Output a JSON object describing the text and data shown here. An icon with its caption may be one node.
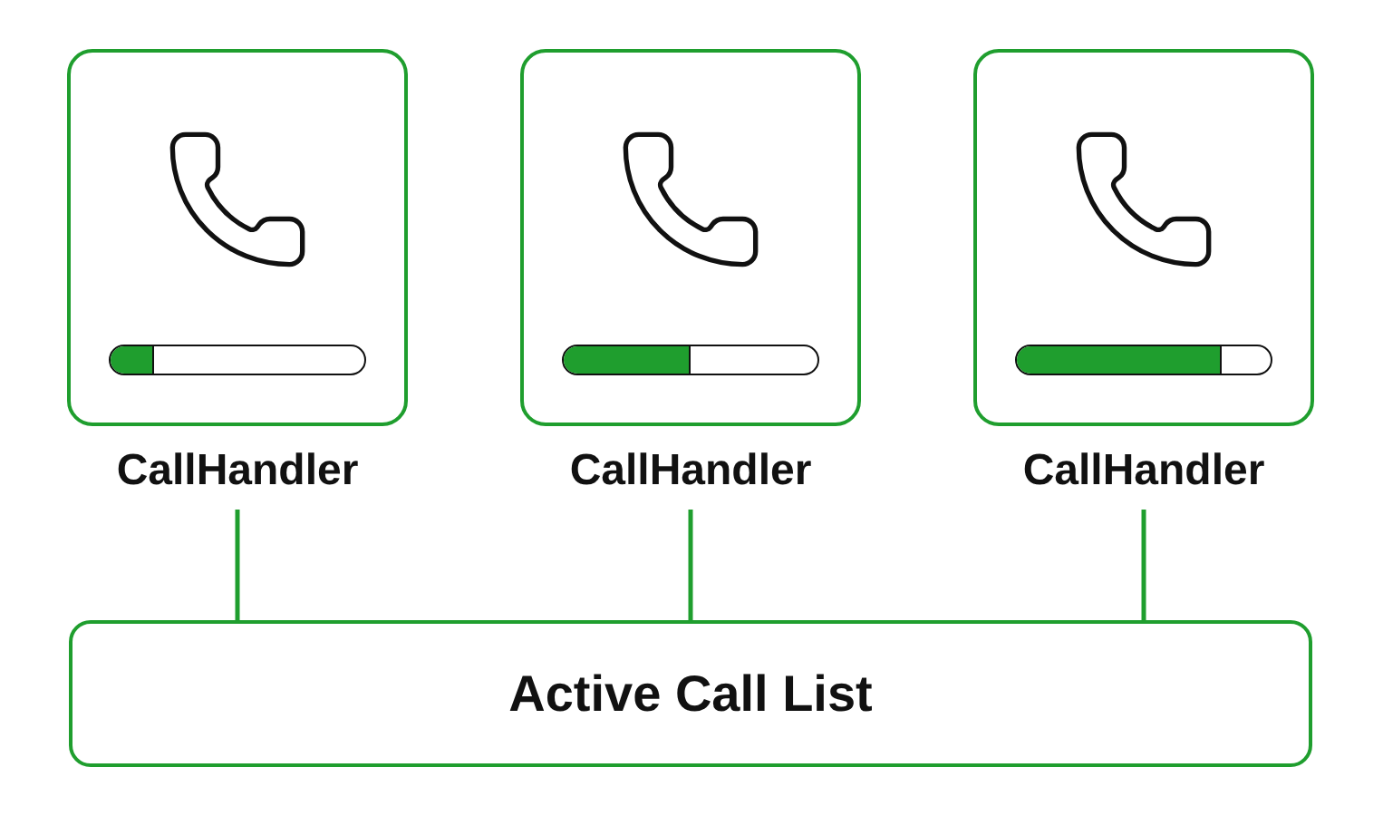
{
  "diagram": {
    "nodes": [
      {
        "text": [
          "CallHandler"
        ]
      },
      {
        "text": [
          "CallHandler"
        ]
      },
      {
        "text": [
          "CallHandler"
        ]
      },
      {
        "text": [
          "Active Call List"
        ]
      }
    ],
    "edges": [
      {
        "from": 0,
        "to": 3,
        "arrow": "none"
      },
      {
        "from": 1,
        "to": 3,
        "arrow": "none"
      },
      {
        "from": 2,
        "to": 3,
        "arrow": "none"
      }
    ]
  }
}
